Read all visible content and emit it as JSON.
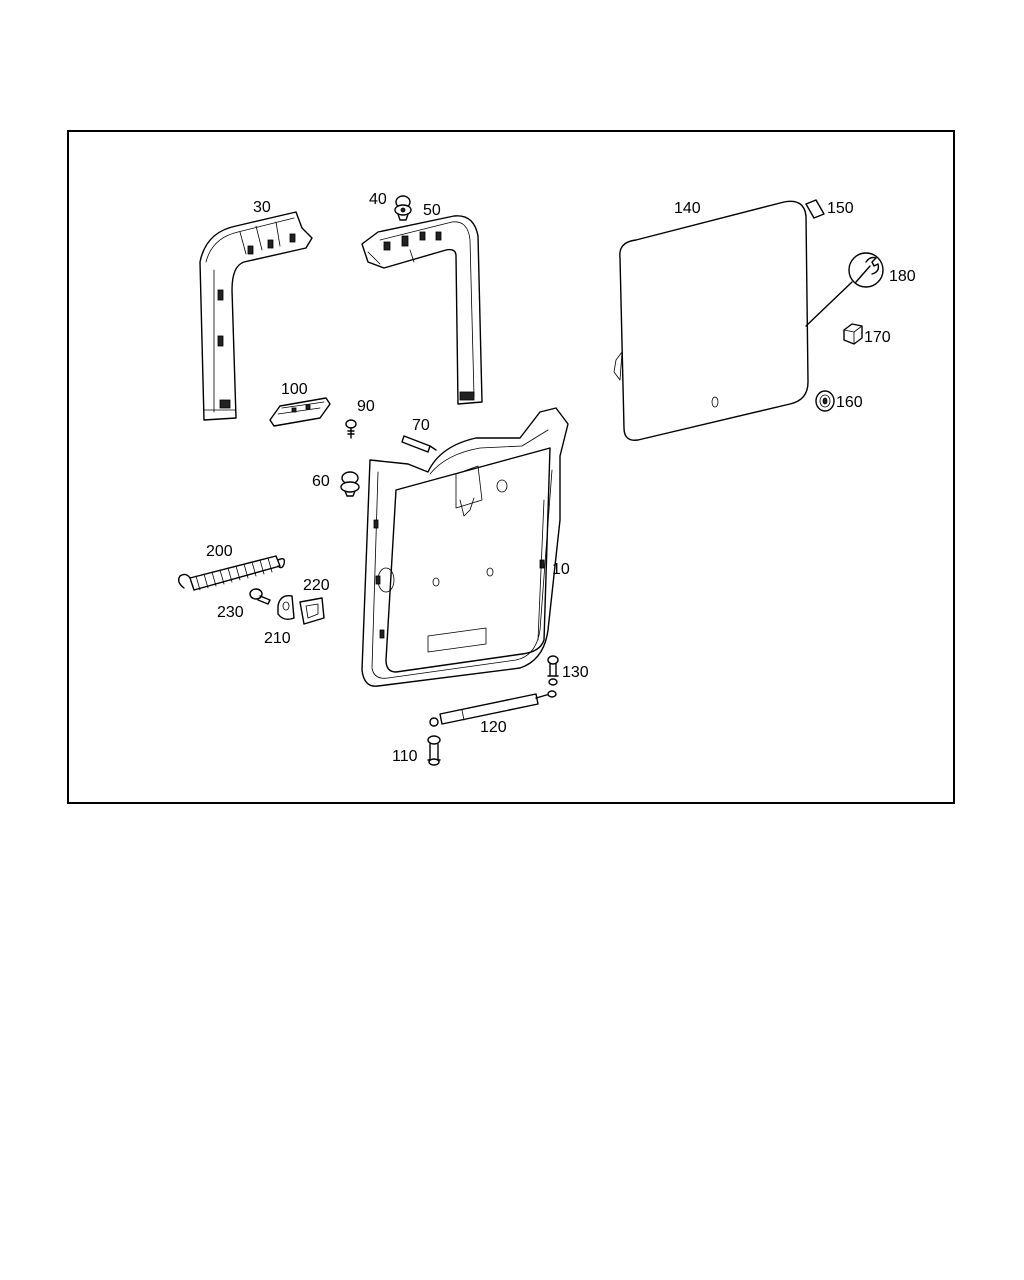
{
  "diagram": {
    "labels": {
      "p10": "10",
      "p30": "30",
      "p40": "40",
      "p50": "50",
      "p60": "60",
      "p70": "70",
      "p90": "90",
      "p100": "100",
      "p110": "110",
      "p120": "120",
      "p130": "130",
      "p140": "140",
      "p150": "150",
      "p160": "160",
      "p170": "170",
      "p180": "180",
      "p200": "200",
      "p210": "210",
      "p220": "220",
      "p230": "230"
    }
  }
}
